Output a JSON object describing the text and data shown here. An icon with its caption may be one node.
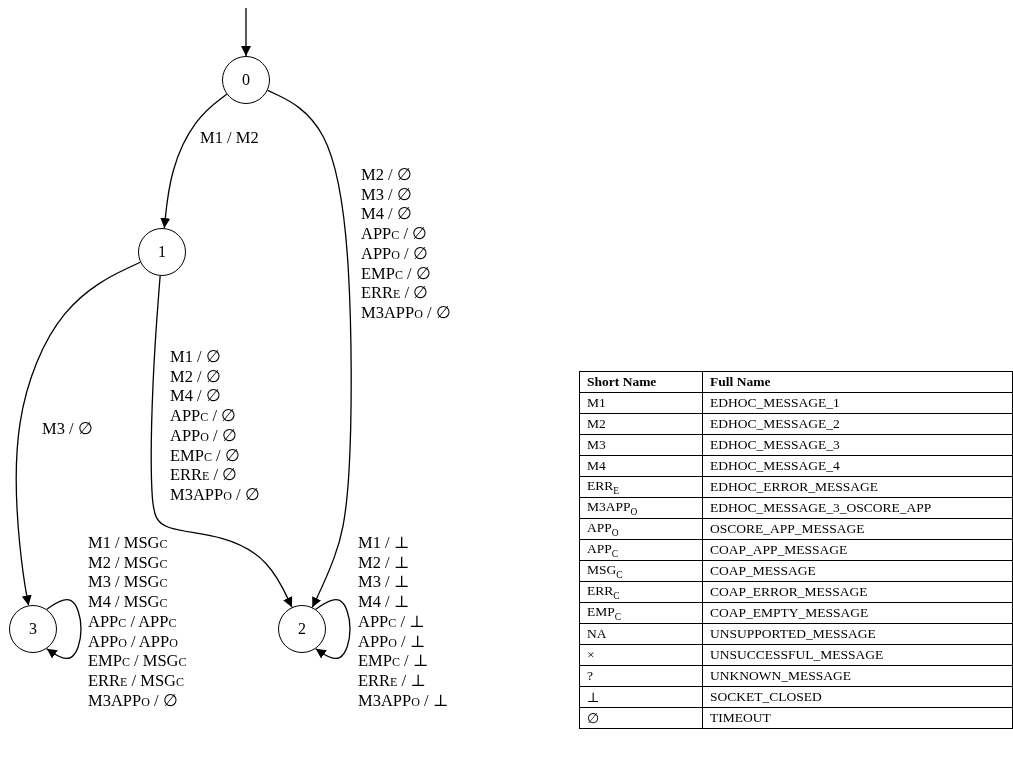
{
  "diagram": {
    "nodes": [
      {
        "text": [
          "0"
        ]
      },
      {
        "text": [
          "1"
        ]
      },
      {
        "text": [
          "3"
        ]
      },
      {
        "text": [
          "2"
        ]
      }
    ],
    "edges": [
      {
        "from": null,
        "to": 0,
        "arrow": "to"
      },
      {
        "from": 0,
        "to": 1,
        "arrow": "to",
        "label": "M1 / M2"
      },
      {
        "from": 0,
        "to": 3,
        "arrow": "to",
        "label": "M2 / ∅ M3 / ∅ M4 / ∅ APPc / ∅ APPo / ∅ EMPc / ∅ ERRe / ∅ M3APPo / ∅"
      },
      {
        "from": 1,
        "to": 2,
        "arrow": "to",
        "label": "M3 / ∅"
      },
      {
        "from": 1,
        "to": 3,
        "arrow": "to",
        "label": "M1 / ∅ M2 / ∅ M4 / ∅ APPc / ∅ APPo / ∅ EMPc / ∅ ERRe / ∅ M3APPo / ∅"
      },
      {
        "from": 2,
        "to": 2,
        "arrow": "to",
        "label": "M1 / MSGc M2 / MSGc M3 / MSGc M4 / MSGc APPc / APPc APPo / APPo EMPc / MSGc ERRe / MSGc M3APPo / ∅"
      },
      {
        "from": 3,
        "to": 3,
        "arrow": "to",
        "label": "M1 / ⊥ M2 / ⊥ M3 / ⊥ M4 / ⊥ APPc / ⊥ APPo / ⊥ EMPc / ⊥ ERRe / ⊥ M3APPo / ⊥"
      }
    ],
    "labels": [
      "Short Name",
      "Full Name",
      "M1",
      "EDHOC_MESSAGE_1",
      "M2",
      "EDHOC_MESSAGE_2",
      "M3",
      "EDHOC_MESSAGE_3",
      "M4",
      "EDHOC_MESSAGE_4",
      "ERR$_{E}$",
      "EDHOC_ERROR_MESSAGE",
      "M3APP$_{O}$",
      "EDHOC_MESSAGE_3_OSCORE_APP",
      "APP$_{O}$",
      "OSCORE_APP_MESSAGE",
      "APP$_{C}$",
      "COAP_APP_MESSAGE",
      "MSG$_{C}$",
      "COAP_MESSAGE",
      "ERR$_{C}$",
      "COAP_ERROR_MESSAGE",
      "EMP$_{C}$",
      "COAP_EMPTY_MESSAGE",
      "NA",
      "UNSUPPORTED_MESSAGE",
      "×",
      "UNSUCCESSFUL_MESSAGE",
      "?",
      "UNKNOWN_MESSAGE",
      "⊥",
      "SOCKET_CLOSED",
      "∅",
      "TIMEOUT"
    ]
  }
}
